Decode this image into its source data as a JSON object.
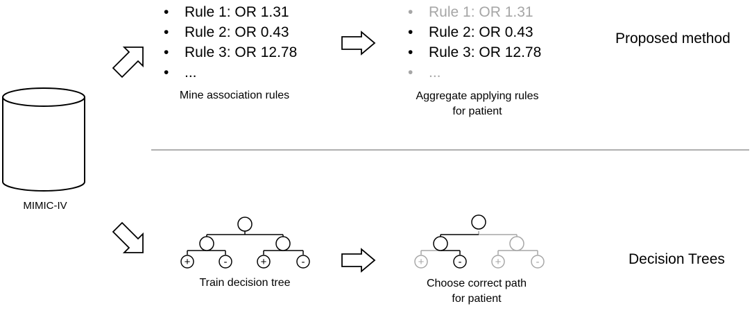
{
  "database": {
    "label": "MIMIC-IV"
  },
  "proposed": {
    "title": "Proposed method",
    "mine_rules": [
      {
        "text": "Rule 1: OR 1.31"
      },
      {
        "text": "Rule 2: OR 0.43"
      },
      {
        "text": "Rule 3: OR 12.78"
      },
      {
        "text": "..."
      }
    ],
    "aggregate_rules": [
      {
        "text": "Rule 1: OR 1.31",
        "applies": false
      },
      {
        "text": "Rule 2: OR 0.43",
        "applies": true
      },
      {
        "text": "Rule 3: OR 12.78",
        "applies": true
      },
      {
        "text": "...",
        "applies": false
      }
    ],
    "mine_caption": "Mine association rules",
    "aggregate_caption_line1": "Aggregate applying rules",
    "aggregate_caption_line2": "for patient"
  },
  "baseline": {
    "title": "Decision Trees",
    "train_caption": "Train decision tree",
    "choose_caption_line1": "Choose correct path",
    "choose_caption_line2": "for patient",
    "leaf_symbols": [
      "+",
      "-",
      "+",
      "-"
    ]
  },
  "colors": {
    "active": "#000000",
    "inactive": "#a6a6a6",
    "divider": "#7f7f7f"
  }
}
